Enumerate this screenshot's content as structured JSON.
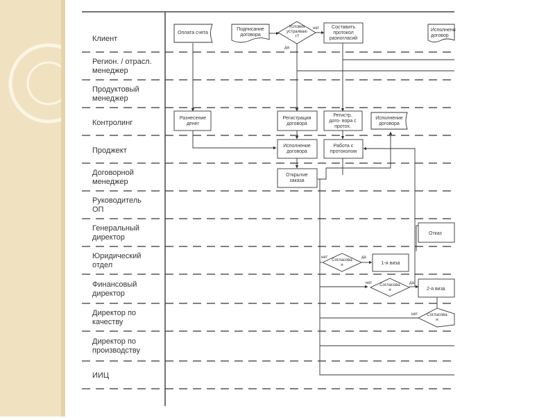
{
  "lanes": [
    {
      "lines": [
        "Клиент"
      ]
    },
    {
      "lines": [
        "Регион. / отрасл.",
        "менеджер"
      ]
    },
    {
      "lines": [
        "Продуктовый",
        "менеджер"
      ]
    },
    {
      "lines": [
        "Контролинг"
      ]
    },
    {
      "lines": [
        "Проджект"
      ]
    },
    {
      "lines": [
        "Договорной",
        "менеджер"
      ]
    },
    {
      "lines": [
        "Руководитель",
        "ОП"
      ]
    },
    {
      "lines": [
        "Генеральный",
        "директор"
      ]
    },
    {
      "lines": [
        "Юридический",
        "отдел"
      ]
    },
    {
      "lines": [
        "Финансовый",
        "директор"
      ]
    },
    {
      "lines": [
        "Директор по",
        "качеству"
      ]
    },
    {
      "lines": [
        "Директор по",
        "производству"
      ]
    },
    {
      "lines": [
        "ИИЦ"
      ]
    }
  ],
  "nodes": {
    "payment": [
      "Оплата счета"
    ],
    "signing": [
      "Подписание",
      "договора"
    ],
    "conditions": [
      "Условия",
      "устраиваю",
      "т?"
    ],
    "protocol": [
      "Составить",
      "протокол",
      "разногласий"
    ],
    "execution_client": [
      "Исполнени",
      "договор"
    ],
    "distribution": [
      "Разнесение",
      "денег"
    ],
    "registration": [
      "Регистрация",
      "договора"
    ],
    "registration_protocol": [
      "Регистр.",
      "дого- вора с",
      "протох."
    ],
    "execution_control": [
      "Исполнение",
      "договора"
    ],
    "execution_project": [
      "Исполнение",
      "договора"
    ],
    "work_protocol": [
      "Работа с",
      "протоколом"
    ],
    "open_order": [
      "Открытие",
      "заказа"
    ],
    "refusal": [
      "Отказ"
    ],
    "agreed_legal": [
      "Согласова",
      "н"
    ],
    "visa1": [
      "1-я виза"
    ],
    "agreed_fin": [
      "Согласова",
      "н"
    ],
    "visa2": [
      "2-я виза"
    ],
    "agreed_quality": [
      "Согласова",
      "н"
    ]
  },
  "edge_labels": {
    "no_1": "нет",
    "yes_1": "да",
    "no_2": "нет",
    "yes_2": "да",
    "no_3": "нет",
    "yes_3": "да",
    "no_4": "нет"
  }
}
